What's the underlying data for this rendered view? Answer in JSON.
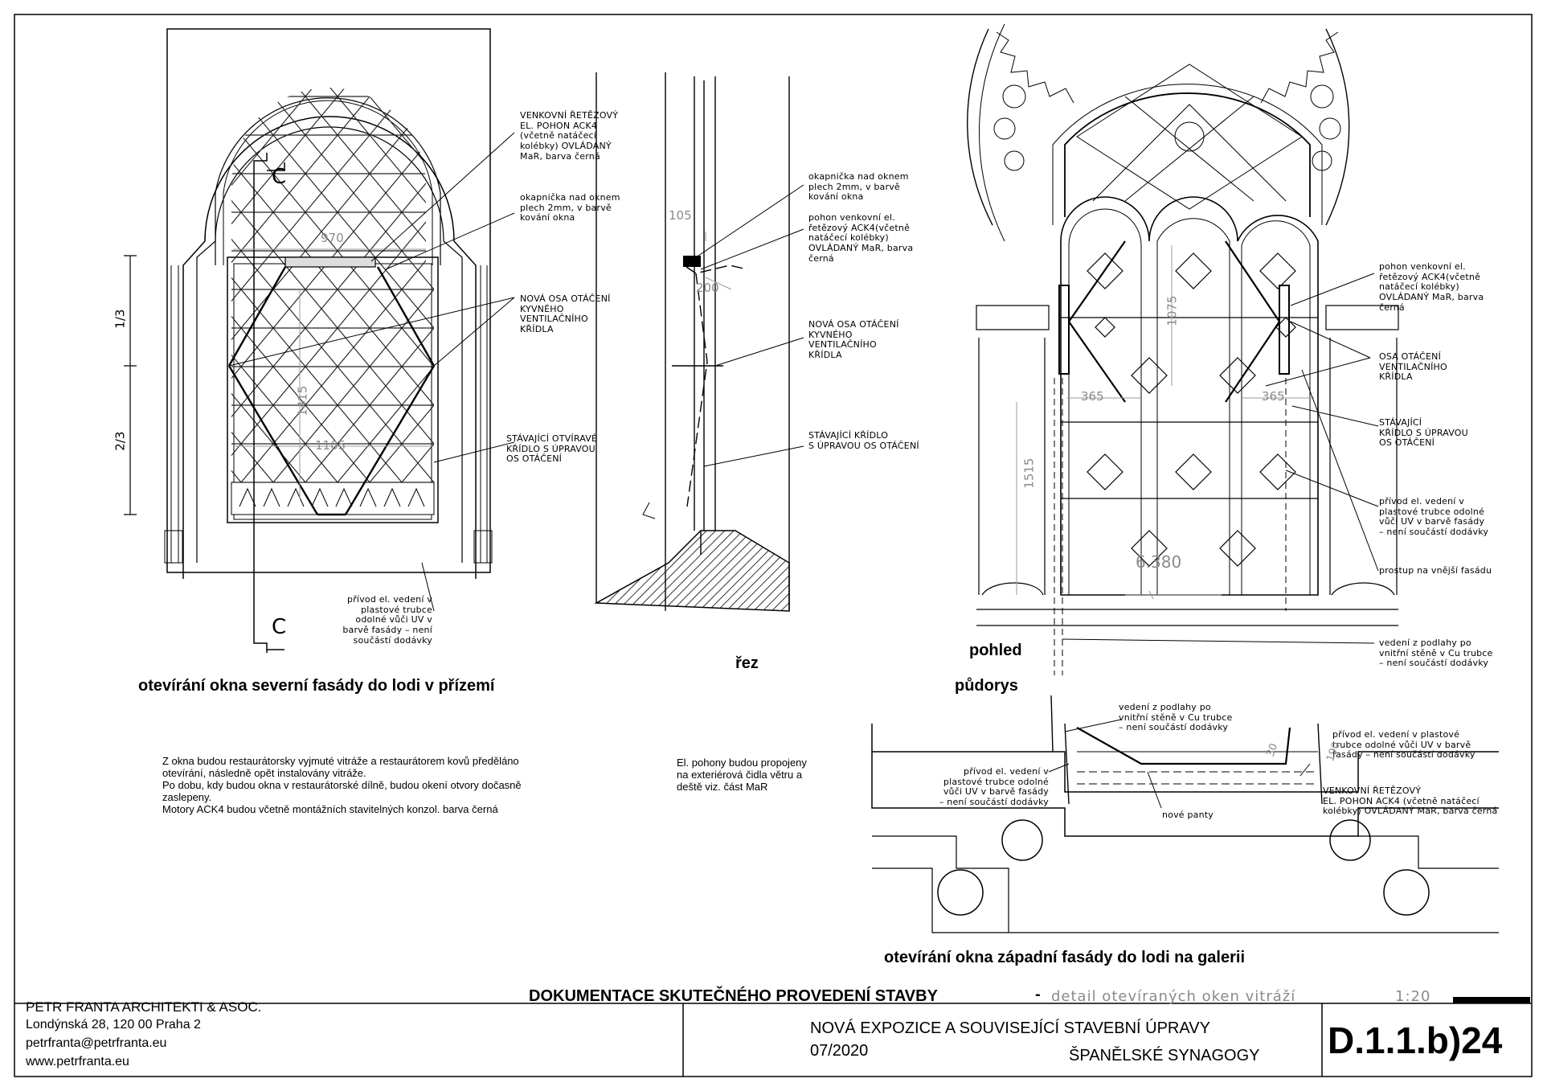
{
  "labels": {
    "north_motor": "VENKOVNÍ ŘETĚZOVÝ\nEL. POHON ACK4\n(včetně natáčecí\nkolébky) OVLÁDANÝ\nMaR, barva černá",
    "north_drip": "okapnička nad oknem\nplech 2mm, v barvě\nkování okna",
    "north_axis": "NOVÁ OSA OTÁČENÍ\nKYVNÉHO\nVENTILAČNÍHO\nKŘÍDLA",
    "north_sash": "STÁVAJÍCÍ OTVÍRAVÉ\nKŘÍDLO S ÚPRAVOU\nOS OTÁČENÍ",
    "north_cable": "přívod el. vedení v\nplastové trubce\nodolné vůči UV v\nbarvě fasády – není\nsoučástí dodávky",
    "section_drip": "okapnička nad oknem\nplech 2mm, v barvě\nkování okna",
    "section_motor": "pohon venkovní  el.\nřetězový ACK4(včetně\nnatáčecí kolébky)\nOVLÁDANÝ MaR, barva\nčerná",
    "section_axis": "NOVÁ OSA OTÁČENÍ\nKYVNÉHO\nVENTILAČNÍHO\nKŘÍDLA",
    "section_sash": "STÁVAJÍCÍ KŘÍDLO\nS ÚPRAVOU OS OTÁČENÍ",
    "west_motor": "pohon venkovní  el.\nřetězový ACK4(včetně\nnatáčecí kolébky)\nOVLÁDANÝ MaR, barva\nčerná",
    "west_axis": "OSA OTÁČENÍ\nVENTILAČNÍHO\nKŘÍDLA",
    "west_sash": "STÁVAJÍCÍ\nKŘÍDLO S ÚPRAVOU\nOS OTÁČENÍ",
    "west_cable": "přívod el. vedení v\nplastové trubce odolné\nvůči UV v barvě fasády\n– není součástí dodávky",
    "west_pass": "prostup na vnější fasádu",
    "west_floor": "vedení z podlahy po\nvnitřní stěně v Cu trubce\n– není součástí dodávky",
    "plan_floor": "vedení z podlahy po\nvnitřní stěně v Cu trubce\n– není součástí dodávky",
    "plan_cable_left": "přívod el. vedení v\nplastové trubce odolné\nvůči UV v barvě fasády\n– není součástí dodávky",
    "plan_cable_right": "přívod el. vedení v plastové\ntrubce odolné vůči UV v barvě\nfasády – není součástí dodávky",
    "plan_motor": "VENKOVNÍ ŘETĚZOVÝ\nEL. POHON ACK4 (včetně natáčecí\nkolébky) OVLÁDANÝ MaR, barva černá",
    "plan_hinges": "nové panty"
  },
  "dimensions": {
    "w970": "970",
    "w1105": "1105",
    "h1415": "1415",
    "third_top": "1/3",
    "third_bottom": "2/3",
    "s105": "105",
    "s200": "200",
    "w1075": "1075",
    "w365a": "365",
    "w365b": "365",
    "h1515": "1515",
    "elev": "6.380",
    "p30": "30",
    "p190": "190",
    "cut_top": "C",
    "cut_bottom": "C"
  },
  "headings": {
    "north": "otevírání okna severní fasády do lodi v přízemí",
    "section": "řez",
    "view": "pohled",
    "plan": "půdorys",
    "west": "otevírání okna západní fasády do lodi na galerii"
  },
  "notes": {
    "left": "Z okna budou restaurátorsky vyjmuté vitráže a restaurátorem kovů předěláno\notevírání, následně opět instalovány vitráže.\nPo dobu, kdy budou okna v restaurátorské dílně, budou okení otvory dočasně\nzaslepeny.\nMotory ACK4 budou včetně montážních stavitelných konzol. barva černá",
    "middle": "El. pohony budou propojeny\nna exteriérová čidla větru a\ndeště viz. část MaR"
  },
  "title_block": {
    "office": "PETR FRANTA ARCHITEKTI & ASOC.",
    "address": "Londýnská 28, 120 00 Praha 2",
    "email": "petrfranta@petrfranta.eu",
    "web": "www.petrfranta.eu",
    "doc_type": "DOKUMENTACE SKUTEČNÉHO PROVEDENÍ STAVBY",
    "doc_dash": "-",
    "detail": "detail otevíraných oken vitráží",
    "scale": "1:20",
    "project_line1": "NOVÁ EXPOZICE A SOUVISEJÍCÍ STAVEBNÍ ÚPRAVY",
    "project_line2": "ŠPANĚLSKÉ SYNAGOGY",
    "date": "07/2020",
    "drawing_no": "D.1.1.b)24"
  }
}
